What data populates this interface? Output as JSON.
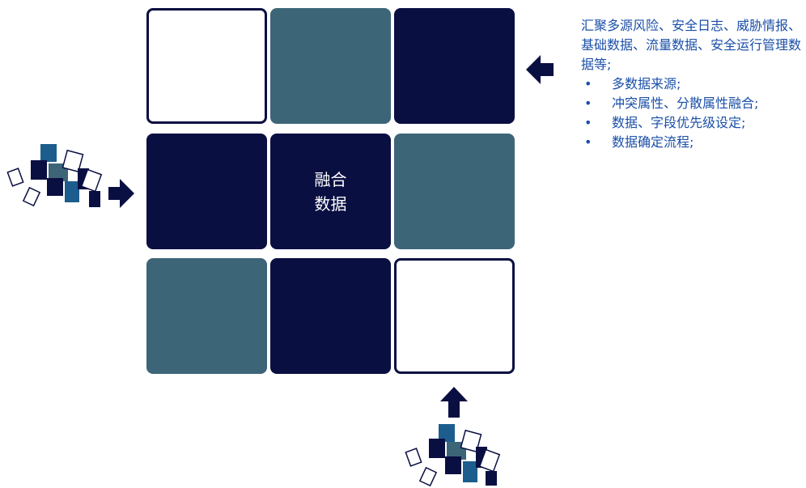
{
  "center_label": {
    "line1": "融合",
    "line2": "数据"
  },
  "info": {
    "intro": "汇聚多源风险、安全日志、威胁情报、基础数据、流量数据、安全运行管理数据等;",
    "bullet": "•",
    "items": [
      "多数据来源;",
      "冲突属性、分散属性融合;",
      "数据、字段优先级设定;",
      "数据确定流程;"
    ]
  },
  "colors": {
    "navy": "#0a0f42",
    "teal": "#3d6578",
    "blue": "#1c5d8d",
    "text_blue": "#1a4fa8"
  }
}
